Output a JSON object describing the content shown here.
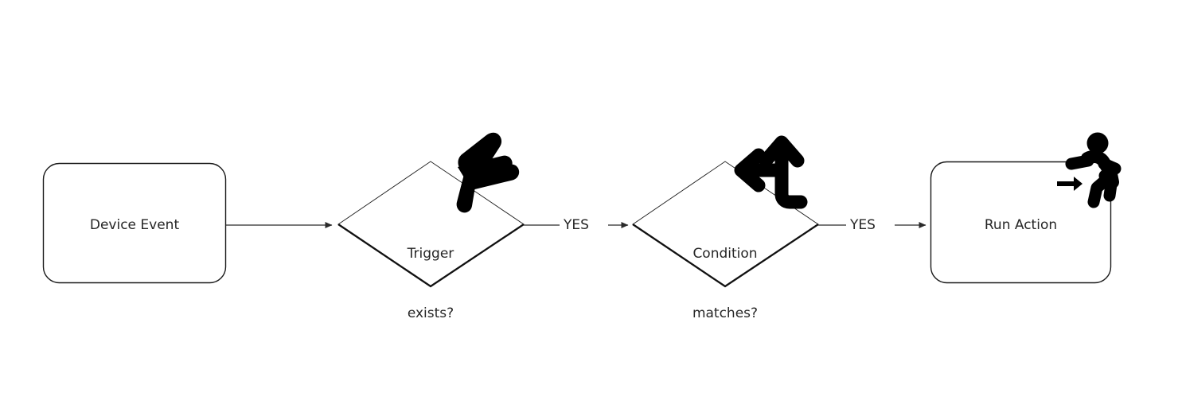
{
  "diagram": {
    "type": "flowchart",
    "orientation": "left-to-right",
    "background_color": "#ffffff",
    "stroke_color": "#1a1a1a",
    "text_color": "#262626",
    "icon_color": "#000000",
    "nodes": [
      {
        "id": "device-event",
        "shape": "rounded-rectangle",
        "label": "Device Event",
        "label_lines": [
          "Device Event"
        ],
        "icon": null
      },
      {
        "id": "trigger-exists",
        "shape": "diamond",
        "label": "Trigger exists?",
        "label_lines": [
          "Trigger",
          "exists?"
        ],
        "icon": "lightning-bolt-icon"
      },
      {
        "id": "condition-matches",
        "shape": "diamond",
        "label": "Condition matches?",
        "label_lines": [
          "Condition",
          "matches?"
        ],
        "icon": "fork-arrow-icon"
      },
      {
        "id": "run-action",
        "shape": "rounded-rectangle",
        "label": "Run Action",
        "label_lines": [
          "Run Action"
        ],
        "icon": "running-person-icon"
      }
    ],
    "edges": [
      {
        "id": "edge-1",
        "from": "device-event",
        "to": "trigger-exists",
        "label": ""
      },
      {
        "id": "edge-2",
        "from": "trigger-exists",
        "to": "condition-matches",
        "label": "YES"
      },
      {
        "id": "edge-3",
        "from": "condition-matches",
        "to": "run-action",
        "label": "YES"
      }
    ]
  }
}
